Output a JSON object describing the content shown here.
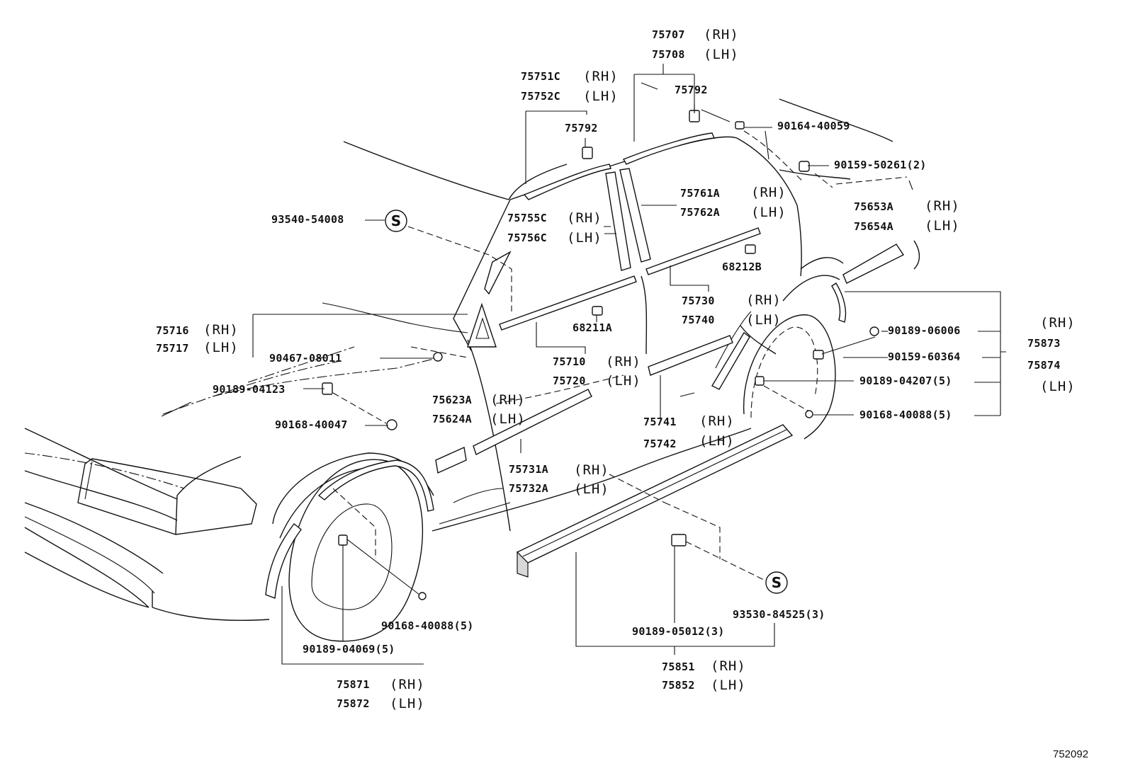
{
  "figure_number": "752092",
  "callouts": [
    {
      "id": "c01",
      "p1": "75707",
      "s1": "(RH)",
      "p2": "75708",
      "s2": "(LH)"
    },
    {
      "id": "c02",
      "p1": "75751C",
      "s1": "(RH)",
      "p2": "75752C",
      "s2": "(LH)"
    },
    {
      "id": "c03",
      "p1": "75792"
    },
    {
      "id": "c04",
      "p1": "75792"
    },
    {
      "id": "c05",
      "p1": "90164-40059"
    },
    {
      "id": "c06",
      "p1": "90159-50261(2)"
    },
    {
      "id": "c07",
      "p1": "75761A",
      "s1": "(RH)",
      "p2": "75762A",
      "s2": "(LH)"
    },
    {
      "id": "c08",
      "p1": "75653A",
      "s1": "(RH)",
      "p2": "75654A",
      "s2": "(LH)"
    },
    {
      "id": "c09",
      "p1": "93540-54008"
    },
    {
      "id": "c10",
      "p1": "75755C",
      "s1": "(RH)",
      "p2": "75756C",
      "s2": "(LH)"
    },
    {
      "id": "c11",
      "p1": "68212B"
    },
    {
      "id": "c12",
      "p1": "75730",
      "s1": "(RH)",
      "p2": "75740",
      "s2": "(LH)"
    },
    {
      "id": "c13",
      "p1": "75716",
      "s1": "(RH)",
      "p2": "75717",
      "s2": "(LH)"
    },
    {
      "id": "c14",
      "p1": "68211A"
    },
    {
      "id": "c15",
      "p1": "90189-06006"
    },
    {
      "id": "c16",
      "p1": "75873",
      "s1": "(RH)",
      "p2": "75874",
      "s2": "(LH)"
    },
    {
      "id": "c17",
      "p1": "90159-60364"
    },
    {
      "id": "c18",
      "p1": "90467-08011"
    },
    {
      "id": "c19",
      "p1": "75710",
      "s1": "(RH)",
      "p2": "75720",
      "s2": "(LH)"
    },
    {
      "id": "c20",
      "p1": "90189-04207(5)"
    },
    {
      "id": "c21",
      "p1": "90189-04123"
    },
    {
      "id": "c22",
      "p1": "75623A",
      "s1": "(RH)",
      "p2": "75624A",
      "s2": "(LH)"
    },
    {
      "id": "c23",
      "p1": "90168-40088(5)"
    },
    {
      "id": "c24",
      "p1": "90168-40047"
    },
    {
      "id": "c25",
      "p1": "75741",
      "s1": "(RH)",
      "p2": "75742",
      "s2": "(LH)"
    },
    {
      "id": "c26",
      "p1": "75731A",
      "s1": "(RH)",
      "p2": "75732A",
      "s2": "(LH)"
    },
    {
      "id": "c27",
      "p1": "93530-84525(3)"
    },
    {
      "id": "c28",
      "p1": "90189-05012(3)"
    },
    {
      "id": "c29",
      "p1": "90168-40088(5)"
    },
    {
      "id": "c30",
      "p1": "90189-04069(5)"
    },
    {
      "id": "c31",
      "p1": "75851",
      "s1": "(RH)",
      "p2": "75852",
      "s2": "(LH)"
    },
    {
      "id": "c32",
      "p1": "75871",
      "s1": "(RH)",
      "p2": "75872",
      "s2": "(LH)"
    }
  ],
  "symbols": {
    "s1": "S",
    "s2": "S"
  }
}
